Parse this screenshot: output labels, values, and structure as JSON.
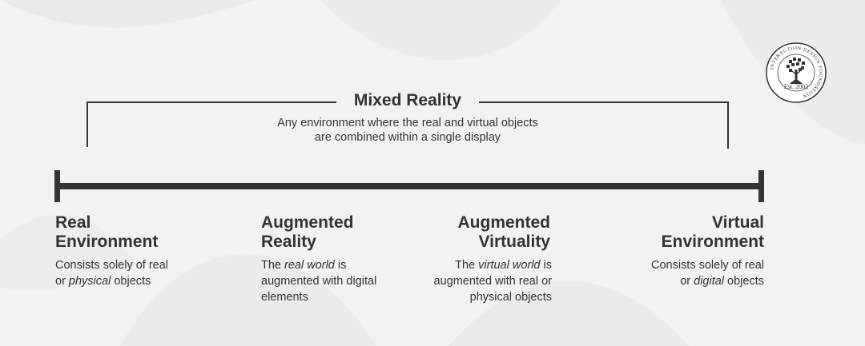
{
  "mixed_reality": {
    "title": "Mixed Reality",
    "description_line1": "Any environment where the real and virtual objects",
    "description_line2": "are combined within a single display"
  },
  "categories": [
    {
      "heading_line1": "Real",
      "heading_line2": "Environment",
      "desc_lines": [
        {
          "parts": [
            {
              "text": "Consists solely of real",
              "italic": false
            }
          ]
        },
        {
          "parts": [
            {
              "text": "or ",
              "italic": false
            },
            {
              "text": "physical",
              "italic": true
            },
            {
              "text": " objects",
              "italic": false
            }
          ]
        }
      ]
    },
    {
      "heading_line1": "Augmented",
      "heading_line2": "Reality",
      "desc_lines": [
        {
          "parts": [
            {
              "text": "The ",
              "italic": false
            },
            {
              "text": "real world",
              "italic": true
            },
            {
              "text": " is",
              "italic": false
            }
          ]
        },
        {
          "parts": [
            {
              "text": "augmented with digital",
              "italic": false
            }
          ]
        },
        {
          "parts": [
            {
              "text": "elements",
              "italic": false
            }
          ]
        }
      ]
    },
    {
      "heading_line1": "Augmented",
      "heading_line2": "Virtuality",
      "desc_lines": [
        {
          "parts": [
            {
              "text": "The ",
              "italic": false
            },
            {
              "text": "virtual world",
              "italic": true
            },
            {
              "text": " is",
              "italic": false
            }
          ]
        },
        {
          "parts": [
            {
              "text": "augmented with real or",
              "italic": false
            }
          ]
        },
        {
          "parts": [
            {
              "text": "physical objects",
              "italic": false
            }
          ]
        }
      ]
    },
    {
      "heading_line1": "Virtual",
      "heading_line2": "Environment",
      "desc_lines": [
        {
          "parts": [
            {
              "text": "Consists solely of real",
              "italic": false
            }
          ]
        },
        {
          "parts": [
            {
              "text": "or ",
              "italic": false
            },
            {
              "text": "digital",
              "italic": true
            },
            {
              "text": " objects",
              "italic": false
            }
          ]
        }
      ]
    }
  ],
  "logo": {
    "ring_text": "INTERACTION DESIGN FOUNDATION",
    "year_text": "Est. 2002"
  },
  "colors": {
    "background": "#f2f2f2",
    "line": "#333333",
    "text": "#333333",
    "decoration": "#ebebeb"
  }
}
